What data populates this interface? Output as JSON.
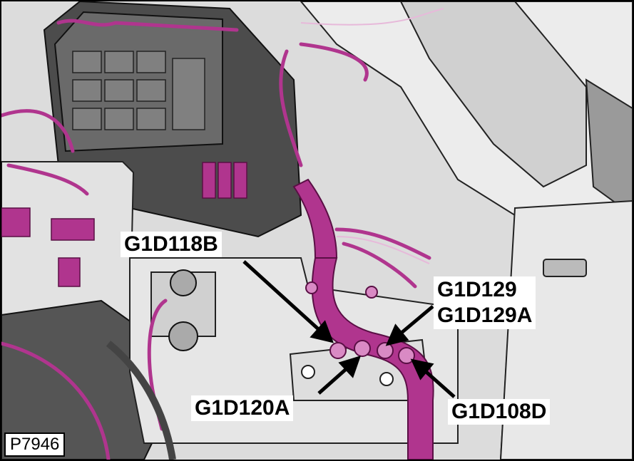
{
  "figure": {
    "id": "P7946"
  },
  "callouts": {
    "g1d118b": "G1D118B",
    "g1d129": "G1D129",
    "g1d129a": "G1D129A",
    "g1d120a": "G1D120A",
    "g1d108d": "G1D108D"
  },
  "colors": {
    "harness": "#b0358e",
    "harness_dark": "#7c1f62",
    "harness_light": "#e7b9da",
    "body_light": "#ececec",
    "body_mid": "#c9c9c9",
    "body_dark": "#4c4c4c"
  }
}
